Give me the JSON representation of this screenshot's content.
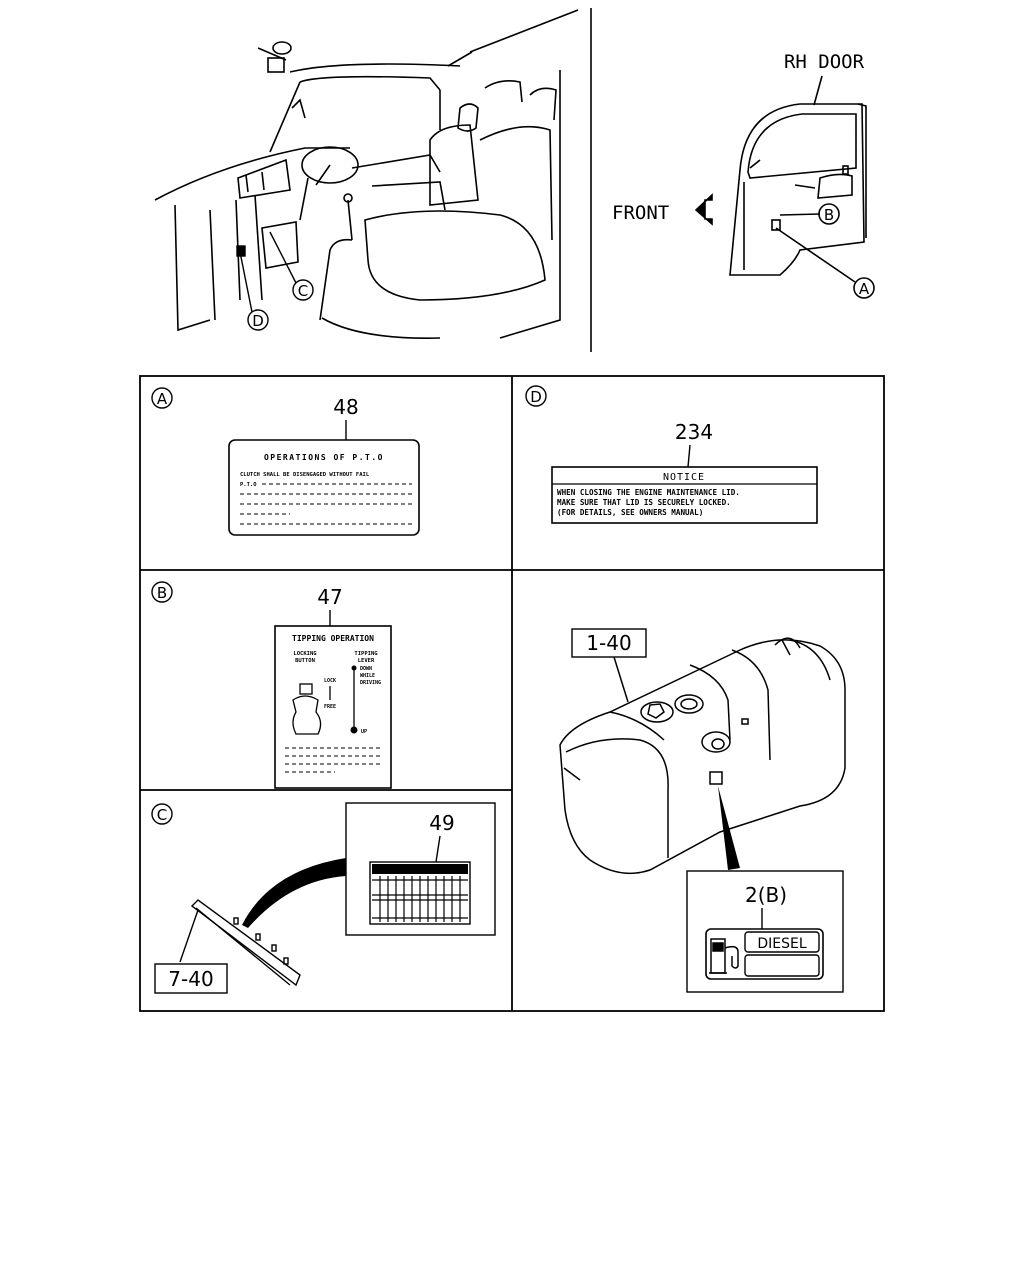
{
  "top_right": {
    "door_label": "RH DOOR",
    "front_label": "FRONT",
    "callout_b": "B",
    "callout_a": "A"
  },
  "top_left": {
    "callout_c": "C",
    "callout_d": "D"
  },
  "panels": {
    "a": {
      "letter": "A",
      "part_no": "48",
      "label_title": "OPERATIONS OF P.T.O",
      "line1": "CLUTCH SHALL BE DISENGAGED WITHOUT FAIL",
      "line2": "P.T.O"
    },
    "d": {
      "letter": "D",
      "part_no": "234",
      "label_title": "NOTICE",
      "line1": "WHEN CLOSING THE ENGINE MAINTENANCE LID.",
      "line2": "MAKE SURE THAT LID IS SECURELY LOCKED.",
      "line3": "(FOR DETAILS, SEE OWNERS MANUAL)"
    },
    "b": {
      "letter": "B",
      "part_no": "47",
      "label_title": "TIPPING OPERATION",
      "col1": "LOCKING",
      "col1b": "BUTTON",
      "col2": "TIPPING",
      "col2b": "LEVER",
      "lock": "LOCK",
      "free": "FREE",
      "down": "DOWN",
      "while": "WHILE",
      "driving": "DRIVING",
      "up": "UP"
    },
    "c": {
      "letter": "C",
      "part_no": "49",
      "ref": "7-40"
    },
    "tank": {
      "ref": "1-40",
      "part_no": "2(B)",
      "fuel_label": "DIESEL"
    }
  }
}
